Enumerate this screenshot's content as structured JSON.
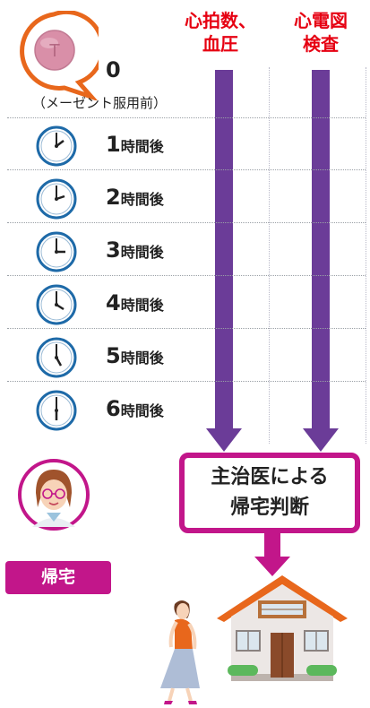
{
  "colors": {
    "accent_red": "#e60012",
    "arrow_purple": "#6b3c98",
    "magenta": "#c2168a",
    "orange": "#e8671c"
  },
  "headers": [
    {
      "text": "心拍数、\n血圧"
    },
    {
      "text": "心電図\n検査"
    }
  ],
  "start": {
    "number": "0",
    "sublabel": "（メーゼント服用前）"
  },
  "rows": [
    {
      "number": "1",
      "unit": "時間後"
    },
    {
      "number": "2",
      "unit": "時間後"
    },
    {
      "number": "3",
      "unit": "時間後"
    },
    {
      "number": "4",
      "unit": "時間後"
    },
    {
      "number": "5",
      "unit": "時間後"
    },
    {
      "number": "6",
      "unit": "時間後"
    }
  ],
  "decision": {
    "text": "主治医による\n帰宅判断"
  },
  "home_button": {
    "label": "帰宅"
  },
  "icons": [
    "pill-icon",
    "clock-icon",
    "doctor-avatar-icon",
    "woman-walking-icon",
    "house-icon"
  ]
}
